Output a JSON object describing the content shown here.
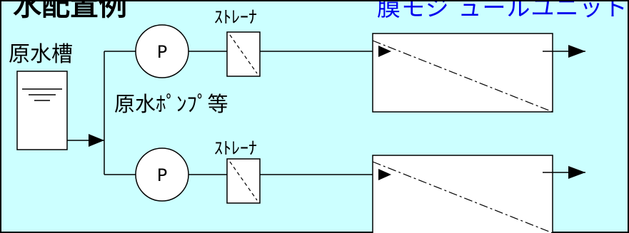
{
  "title": {
    "left": "水配置例",
    "right": "膜モジ ュールユニット"
  },
  "labels": {
    "raw_water_tank": "原水槽",
    "raw_water_pump": "原水ﾎﾟﾝﾌﾟ等",
    "strainer_upper": "ｽﾄﾚｰﾅ",
    "strainer_lower": "ｽﾄﾚｰﾅ",
    "pump_upper": "P",
    "pump_lower": "P"
  },
  "colors": {
    "background": "#ccffff",
    "title_accent": "#0000ee",
    "line": "#000000",
    "box_fill": "#ffffff"
  }
}
